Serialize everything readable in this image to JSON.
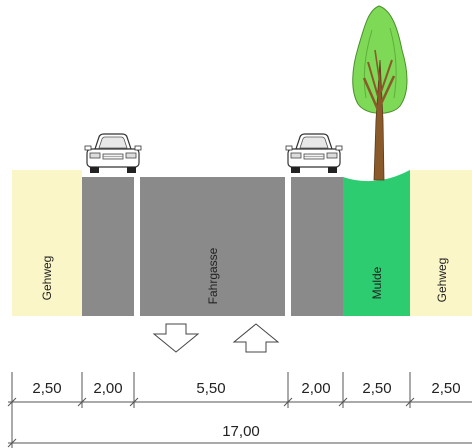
{
  "sections": {
    "gehweg_left": "Gehweg",
    "fahrgasse": "Fahrgasse",
    "mulde": "Mulde",
    "gehweg_right": "Gehweg"
  },
  "dimensions": {
    "segments": [
      "2,50",
      "2,00",
      "5,50",
      "2,00",
      "2,50",
      "2,50"
    ],
    "total": "17,00"
  },
  "colors": {
    "gehweg": "#fbf6c8",
    "asphalt": "#8a8a8a",
    "lane_marking": "#ffffff",
    "mulde": "#2ecc71",
    "tree_crown": "#7ed957",
    "tree_trunk": "#8b5a2b"
  },
  "icons": {
    "car": "car-icon",
    "tree": "tree-icon",
    "arrow_down": "arrow-down-icon",
    "arrow_up": "arrow-up-icon"
  }
}
